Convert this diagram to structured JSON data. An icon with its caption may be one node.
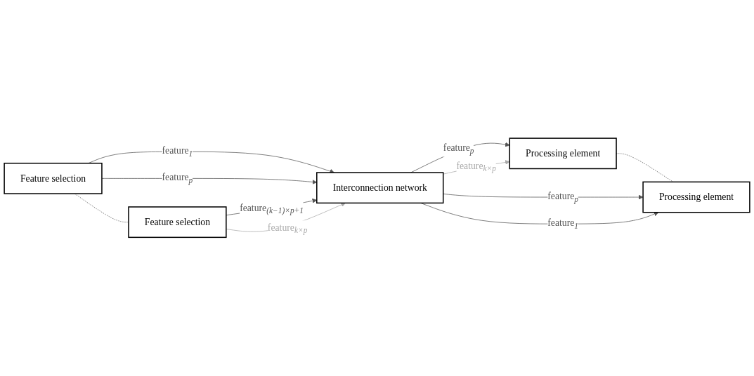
{
  "diagram": {
    "nodes": [
      {
        "text": [
          "Feature selection"
        ]
      },
      {
        "text": [
          "Feature selection"
        ]
      },
      {
        "text": [
          "Interconnection network"
        ]
      },
      {
        "text": [
          "Processing element"
        ]
      },
      {
        "text": [
          "Processing element"
        ]
      }
    ],
    "edges": [
      {
        "from": 0,
        "to": 2,
        "arrow": "to",
        "label": "feature$_{1}$"
      },
      {
        "from": 0,
        "to": 2,
        "arrow": "to",
        "label": "feature$_{p}$"
      },
      {
        "from": 0,
        "to": 1,
        "arrow": "none",
        "style": "dashed"
      },
      {
        "from": 1,
        "to": 2,
        "arrow": "to",
        "label": "feature$_{(k−1)×p+1}$"
      },
      {
        "from": 1,
        "to": 2,
        "arrow": "to",
        "label": "feature$_{k×p}$",
        "color": "#aaaaaa"
      },
      {
        "from": 2,
        "to": 3,
        "arrow": "to",
        "label": "feature$_{p}$"
      },
      {
        "from": 2,
        "to": 3,
        "arrow": "to",
        "label": "feature$_{k×p}$",
        "color": "#aaaaaa"
      },
      {
        "from": 3,
        "to": 4,
        "arrow": "none",
        "style": "dashed"
      },
      {
        "from": 2,
        "to": 4,
        "arrow": "to",
        "label": "feature$_{p}$"
      },
      {
        "from": 2,
        "to": 4,
        "arrow": "to",
        "label": "feature$_{1}$"
      }
    ]
  }
}
